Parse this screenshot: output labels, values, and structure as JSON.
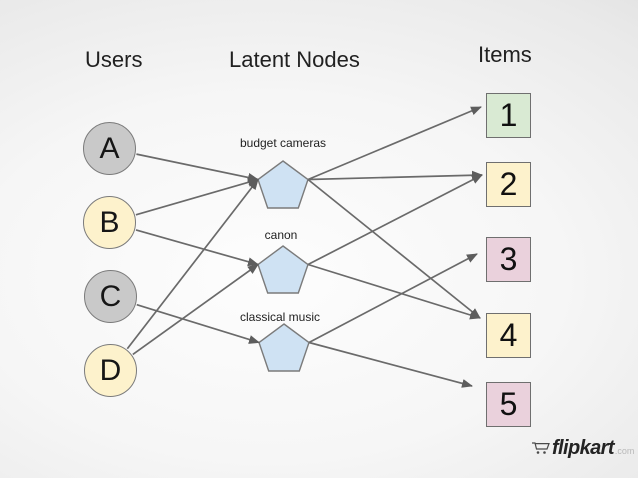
{
  "headers": {
    "users": "Users",
    "latent": "Latent Nodes",
    "items": "Items"
  },
  "diagram": {
    "users": [
      {
        "id": "A",
        "label": "A",
        "fill": "#c9c9c9"
      },
      {
        "id": "B",
        "label": "B",
        "fill": "#fdf2cc"
      },
      {
        "id": "C",
        "label": "C",
        "fill": "#c9c9c9"
      },
      {
        "id": "D",
        "label": "D",
        "fill": "#fdf2cc"
      }
    ],
    "latent_nodes": [
      {
        "id": "budget",
        "label": "budget cameras",
        "fill": "#cfe2f3"
      },
      {
        "id": "canon",
        "label": "canon",
        "fill": "#cfe2f3"
      },
      {
        "id": "classical",
        "label": "classical music",
        "fill": "#cfe2f3"
      }
    ],
    "items": [
      {
        "id": "1",
        "label": "1",
        "fill": "#d9ead3"
      },
      {
        "id": "2",
        "label": "2",
        "fill": "#fdf2cc"
      },
      {
        "id": "3",
        "label": "3",
        "fill": "#ead1dc"
      },
      {
        "id": "4",
        "label": "4",
        "fill": "#fdf2cc"
      },
      {
        "id": "5",
        "label": "5",
        "fill": "#ead1dc"
      }
    ],
    "edges": [
      {
        "from": "A",
        "to": "budget"
      },
      {
        "from": "B",
        "to": "budget"
      },
      {
        "from": "D",
        "to": "budget"
      },
      {
        "from": "B",
        "to": "canon"
      },
      {
        "from": "D",
        "to": "canon"
      },
      {
        "from": "C",
        "to": "classical"
      },
      {
        "from": "budget",
        "to": "1"
      },
      {
        "from": "budget",
        "to": "2"
      },
      {
        "from": "budget",
        "to": "4"
      },
      {
        "from": "canon",
        "to": "2"
      },
      {
        "from": "canon",
        "to": "4"
      },
      {
        "from": "classical",
        "to": "3"
      },
      {
        "from": "classical",
        "to": "5"
      }
    ],
    "edge_color": "#6a6a6a",
    "node_stroke_color": "#7b7b7b"
  },
  "footer": {
    "brand": "flipkart",
    "brand_suffix": ".com"
  }
}
